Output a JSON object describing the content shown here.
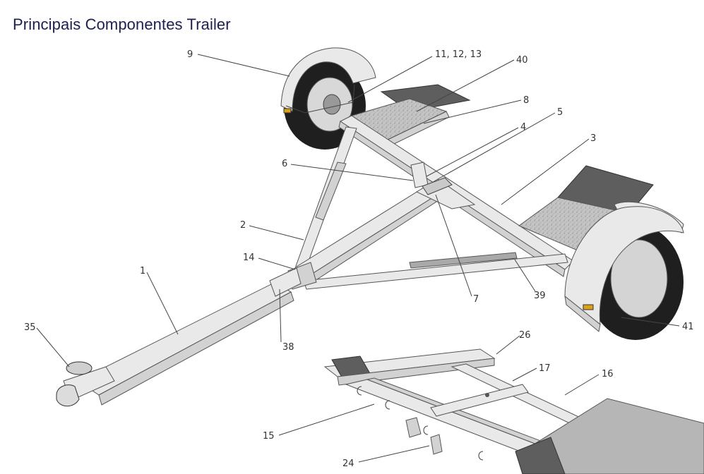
{
  "title": "Principais Componentes Trailer",
  "callouts": [
    {
      "id": "c9",
      "text": "9"
    },
    {
      "id": "c11",
      "text": "11, 12, 13"
    },
    {
      "id": "c40",
      "text": "40"
    },
    {
      "id": "c8",
      "text": "8"
    },
    {
      "id": "c5",
      "text": "5"
    },
    {
      "id": "c4",
      "text": "4"
    },
    {
      "id": "c3",
      "text": "3"
    },
    {
      "id": "c6",
      "text": "6"
    },
    {
      "id": "c2",
      "text": "2"
    },
    {
      "id": "c14",
      "text": "14"
    },
    {
      "id": "c1",
      "text": "1"
    },
    {
      "id": "c35",
      "text": "35"
    },
    {
      "id": "c38",
      "text": "38"
    },
    {
      "id": "c7",
      "text": "7"
    },
    {
      "id": "c39",
      "text": "39"
    },
    {
      "id": "c41",
      "text": "41"
    },
    {
      "id": "c26",
      "text": "26"
    },
    {
      "id": "c17",
      "text": "17"
    },
    {
      "id": "c16",
      "text": "16"
    },
    {
      "id": "c15",
      "text": "15"
    },
    {
      "id": "c24",
      "text": "24"
    }
  ],
  "colors": {
    "title": "#1d1f4f",
    "steel": "#e9e9e9",
    "tire": "#1f1f1f",
    "fender": "#5e5e5e",
    "deck": "#b9b9b9",
    "reflector": "#d9a21a"
  }
}
